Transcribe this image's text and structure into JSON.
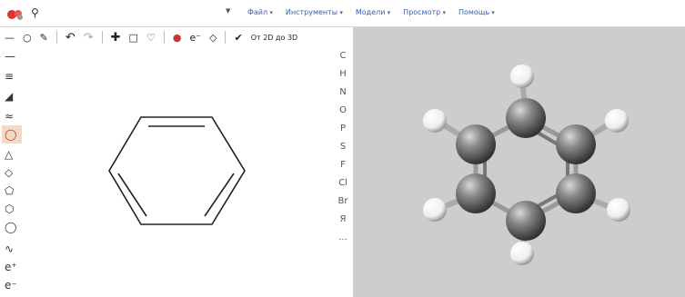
{
  "menu": {
    "items": [
      {
        "id": "file",
        "label": "Файл"
      },
      {
        "id": "tools",
        "label": "Инструменты"
      },
      {
        "id": "models",
        "label": "Модели"
      },
      {
        "id": "view",
        "label": "Просмотр"
      },
      {
        "id": "help",
        "label": "Помощь"
      }
    ]
  },
  "toolbar": {
    "convert_label": "От 2D до 3D"
  },
  "elements": [
    "C",
    "H",
    "N",
    "O",
    "P",
    "S",
    "F",
    "Cl",
    "Br",
    "Я",
    "..."
  ],
  "colors": {
    "active_tool_bg": "#f3d9c6",
    "view3d_bg": "#cdcdcd",
    "atom_carbon": "#777777",
    "atom_hydrogen": "#ffffff",
    "menu_text": "#3a5fb0"
  },
  "icons": {
    "logo": "molecule-logo",
    "search": "search-icon"
  }
}
